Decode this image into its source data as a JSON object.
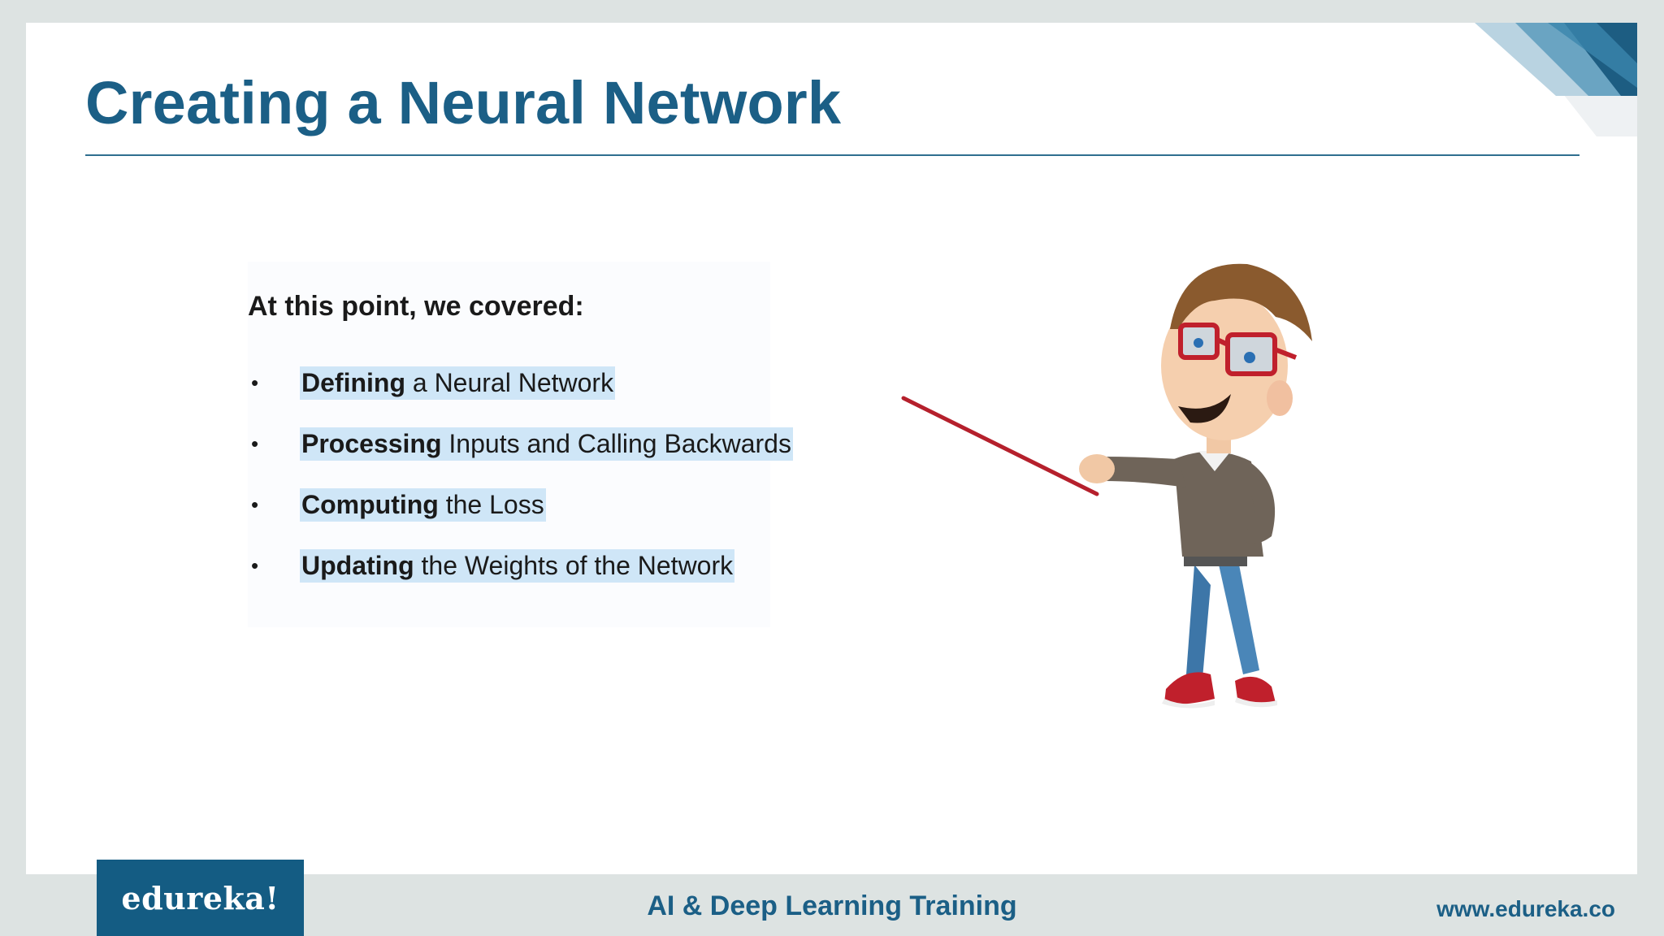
{
  "slide": {
    "title": "Creating a Neural Network",
    "intro": "At this point, we covered:",
    "bullets": [
      {
        "bold": "Defining",
        "rest": " a Neural Network"
      },
      {
        "bold": "Processing",
        "rest": " Inputs and Calling Backwards"
      },
      {
        "bold": "Computing",
        "rest": " the Loss"
      },
      {
        "bold": "Updating",
        "rest": " the Weights of the Network"
      }
    ],
    "bullet_symbol": "•",
    "illustration": "presenter-cartoon-with-pointer"
  },
  "footer": {
    "logo": "edureka!",
    "course": "AI & Deep Learning Training",
    "website": "www.edureka.co"
  },
  "colors": {
    "title": "#1b5f86",
    "highlight": "#cfe6f7",
    "logo_bg": "#145c83",
    "frame_bg": "#dde3e2"
  }
}
